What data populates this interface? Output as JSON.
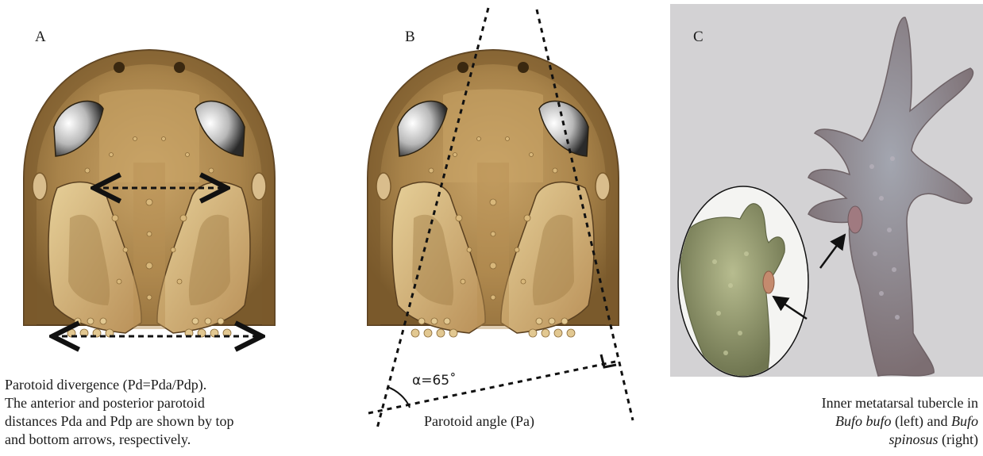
{
  "panels": {
    "a": {
      "letter": "A",
      "caption_lines": [
        "Parotoid divergence (Pd=Pda/Pdp).",
        "The anterior and posterior parotoid",
        "distances Pda and Pdp are shown by top",
        "and bottom arrows, respectively."
      ]
    },
    "b": {
      "letter": "B",
      "caption": "Parotoid angle (Pa)",
      "angle_label": "α=65˚"
    },
    "c": {
      "letter": "C",
      "caption_line1": "Inner metatarsal tubercle in",
      "species_left": "Bufo bufo",
      "left_word": " (left) and ",
      "species_right_part1": "Bufo",
      "species_right_part2": "spinosus",
      "right_word": " (right)"
    }
  },
  "colors": {
    "skin_base": "#8a6a38",
    "skin_light": "#c9a468",
    "skin_pale": "#e2c891",
    "skin_dark": "#5a4020",
    "photo_bg": "#d3d2d4",
    "foot_left": "#9aa07a",
    "foot_right": "#8f8a94"
  }
}
